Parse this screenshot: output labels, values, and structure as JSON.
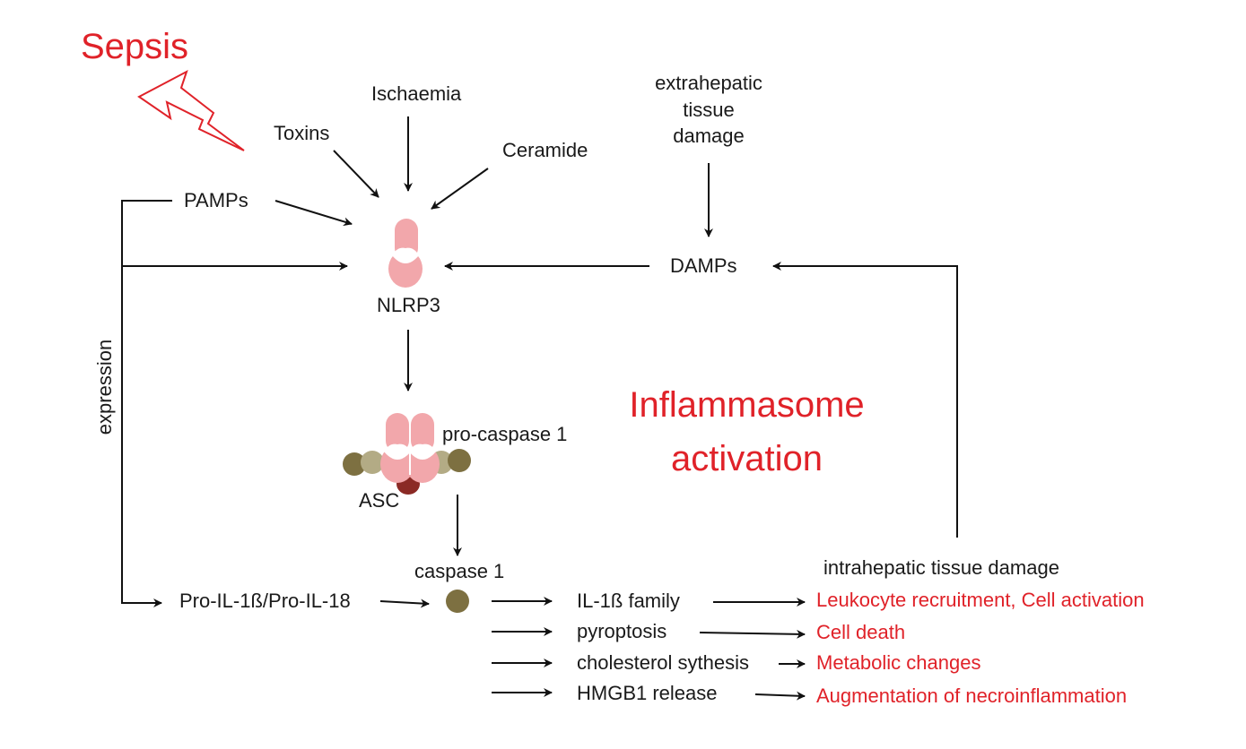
{
  "title": "Sepsis",
  "triggers": {
    "toxins": "Toxins",
    "ischaemia": "Ischaemia",
    "ceramide": "Ceramide",
    "pamps": "PAMPs",
    "extrahepatic": "extrahepatic\ntissue\ndamage",
    "damps": "DAMPs"
  },
  "nodes": {
    "nlrp3": "NLRP3",
    "pro_caspase": "pro-caspase 1",
    "asc": "ASC",
    "caspase": "caspase 1",
    "pro_il": "Pro-IL-1ß/Pro-IL-18",
    "expression": "expression",
    "intrahepatic": "intrahepatic tissue damage"
  },
  "headline": {
    "line1": "Inflammasome",
    "line2": "activation"
  },
  "outputs": [
    {
      "process": "IL-1ß family",
      "effect": "Leukocyte recruitment, Cell activation"
    },
    {
      "process": "pyroptosis",
      "effect": "Cell death"
    },
    {
      "process": "cholesterol sythesis",
      "effect": "Metabolic changes"
    },
    {
      "process": "HMGB1 release",
      "effect": "Augmentation of necroinflammation"
    }
  ],
  "colors": {
    "accent_red": "#e02229",
    "nlrp3_pink": "#f2a7ab",
    "asc_darkred": "#8b2a25",
    "caspase_olive": "#7d7041",
    "caspase_light": "#b3ab85",
    "line": "#111111"
  }
}
